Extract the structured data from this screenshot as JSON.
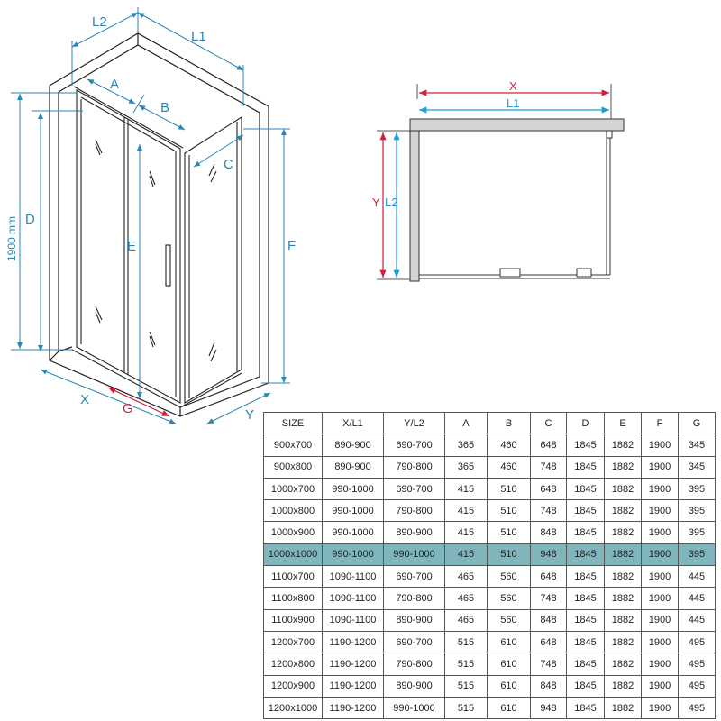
{
  "iso_view": {
    "labels": {
      "L2": "L2",
      "L1": "L1",
      "A": "A",
      "B": "B",
      "C": "C",
      "D": "D",
      "E": "E",
      "F": "F",
      "X": "X",
      "Y": "Y",
      "G": "G",
      "height": "1900 mm"
    }
  },
  "plan_view": {
    "labels": {
      "X": "X",
      "L1": "L1",
      "Y": "Y",
      "L2": "L2"
    }
  },
  "colors": {
    "dim_blue": "#2a86b5",
    "dim_red": "#d0203a",
    "dim_cyan": "#1c9fd6",
    "highlight": "#7fb5bb"
  },
  "table": {
    "headers": [
      "SIZE",
      "X/L1",
      "Y/L2",
      "A",
      "B",
      "C",
      "D",
      "E",
      "F",
      "G"
    ],
    "highlight_row": 5,
    "rows": [
      [
        "900x700",
        "890-900",
        "690-700",
        "365",
        "460",
        "648",
        "1845",
        "1882",
        "1900",
        "345"
      ],
      [
        "900x800",
        "890-900",
        "790-800",
        "365",
        "460",
        "748",
        "1845",
        "1882",
        "1900",
        "345"
      ],
      [
        "1000x700",
        "990-1000",
        "690-700",
        "415",
        "510",
        "648",
        "1845",
        "1882",
        "1900",
        "395"
      ],
      [
        "1000x800",
        "990-1000",
        "790-800",
        "415",
        "510",
        "748",
        "1845",
        "1882",
        "1900",
        "395"
      ],
      [
        "1000x900",
        "990-1000",
        "890-900",
        "415",
        "510",
        "848",
        "1845",
        "1882",
        "1900",
        "395"
      ],
      [
        "1000x1000",
        "990-1000",
        "990-1000",
        "415",
        "510",
        "948",
        "1845",
        "1882",
        "1900",
        "395"
      ],
      [
        "1100x700",
        "1090-1100",
        "690-700",
        "465",
        "560",
        "648",
        "1845",
        "1882",
        "1900",
        "445"
      ],
      [
        "1100x800",
        "1090-1100",
        "790-800",
        "465",
        "560",
        "748",
        "1845",
        "1882",
        "1900",
        "445"
      ],
      [
        "1100x900",
        "1090-1100",
        "890-900",
        "465",
        "560",
        "848",
        "1845",
        "1882",
        "1900",
        "445"
      ],
      [
        "1200x700",
        "1190-1200",
        "690-700",
        "515",
        "610",
        "648",
        "1845",
        "1882",
        "1900",
        "495"
      ],
      [
        "1200x800",
        "1190-1200",
        "790-800",
        "515",
        "610",
        "748",
        "1845",
        "1882",
        "1900",
        "495"
      ],
      [
        "1200x900",
        "1190-1200",
        "890-900",
        "515",
        "610",
        "848",
        "1845",
        "1882",
        "1900",
        "495"
      ],
      [
        "1200x1000",
        "1190-1200",
        "990-1000",
        "515",
        "610",
        "948",
        "1845",
        "1882",
        "1900",
        "495"
      ]
    ]
  }
}
